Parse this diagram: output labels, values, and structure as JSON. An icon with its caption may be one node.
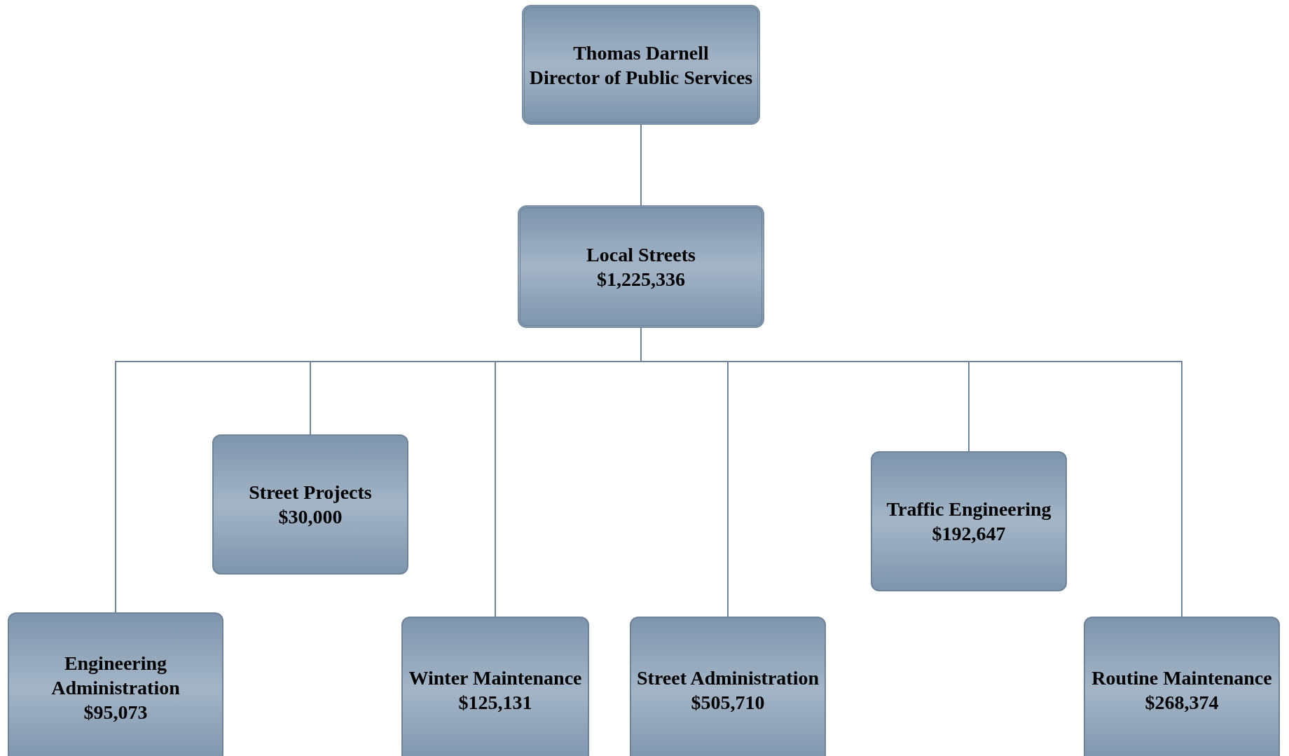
{
  "diagram": {
    "nodes": [
      {
        "text": [
          "Thomas Darnell",
          "Director of Public Services"
        ]
      },
      {
        "text": [
          "Local Streets",
          "$1,225,336"
        ]
      },
      {
        "text": [
          "Street Projects",
          "$30,000"
        ]
      },
      {
        "text": [
          "Traffic Engineering",
          "$192,647"
        ]
      },
      {
        "text": [
          "Engineering Administration",
          "$95,073"
        ]
      },
      {
        "text": [
          "Winter Maintenance",
          "$125,131"
        ]
      },
      {
        "text": [
          "Street Administration",
          "$505,710"
        ]
      },
      {
        "text": [
          "Routine Maintenance",
          "$268,374"
        ]
      }
    ],
    "edges": [
      {
        "from": 0,
        "to": 1,
        "arrow": "none"
      },
      {
        "from": 1,
        "to": 4,
        "arrow": "none"
      },
      {
        "from": 1,
        "to": 2,
        "arrow": "none"
      },
      {
        "from": 1,
        "to": 5,
        "arrow": "none"
      },
      {
        "from": 1,
        "to": 6,
        "arrow": "none"
      },
      {
        "from": 1,
        "to": 3,
        "arrow": "none"
      },
      {
        "from": 1,
        "to": 7,
        "arrow": "none"
      }
    ]
  }
}
